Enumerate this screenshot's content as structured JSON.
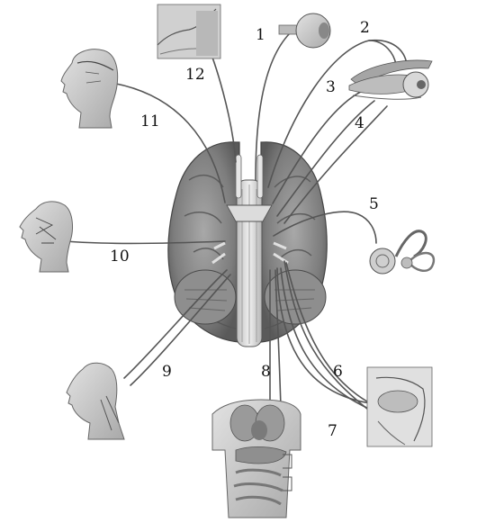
{
  "labels": [
    "1",
    "2",
    "3",
    "4",
    "5",
    "6",
    "7",
    "8",
    "9",
    "10",
    "11",
    "12"
  ],
  "colors": {
    "brain": "#8a8a8a",
    "brainstem": "#d8d8d8",
    "skin": "#c9c9c9",
    "outline": "#444444",
    "nerve": "#555555"
  },
  "icons": [
    "brain",
    "eye",
    "eyeball-with-muscles",
    "inner-ear",
    "head-profile",
    "face-profile",
    "neck-profile",
    "nasal-sagittal",
    "throat-sagittal",
    "torso-organs"
  ]
}
